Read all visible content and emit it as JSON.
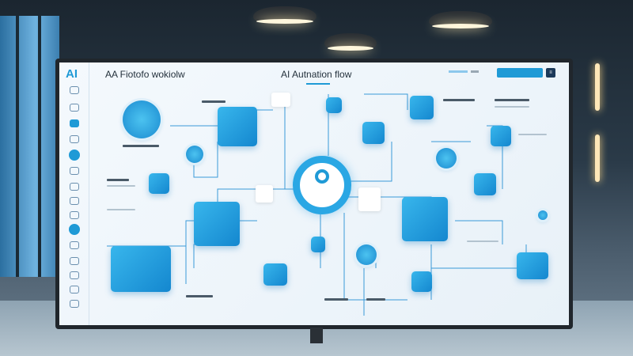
{
  "screen": {
    "logo": "AI",
    "title": "AA Fiotofo wokiolw",
    "center_title": "AI Autnation flow",
    "accent_color": "#1f9ad6",
    "sidebar_icons": [
      "face-icon",
      "gear-icon",
      "card-icon",
      "scan-icon",
      "location-icon",
      "grid-icon",
      "filter-icon",
      "hook-icon",
      "mail-icon",
      "globe-icon",
      "building-icon",
      "chart-icon",
      "table-icon",
      "settings-icon",
      "document-icon"
    ]
  }
}
